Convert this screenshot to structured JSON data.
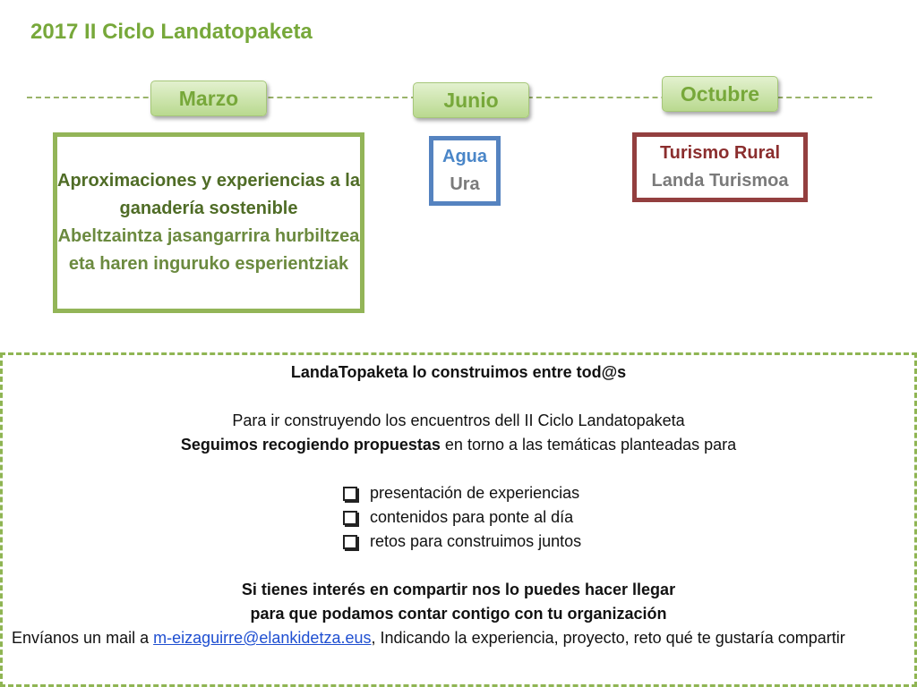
{
  "title": "2017 II Ciclo Landatopaketa",
  "months": {
    "marzo": "Marzo",
    "junio": "Junio",
    "octubre": "Octubre"
  },
  "boxes": {
    "marzo": {
      "es": "Aproximaciones y experiencias a la ganadería sostenible",
      "eu": "Abeltzaintza jasangarrira hurbiltzea eta haren inguruko esperientziak"
    },
    "junio": {
      "es": "Agua",
      "eu": "Ura"
    },
    "octubre": {
      "es": "Turismo Rural",
      "eu": "Landa Turismoa"
    }
  },
  "info": {
    "heading": "LandaTopaketa lo construimos entre tod@s",
    "line1": "Para ir construyendo  los encuentros dell II Ciclo Landatopaketa",
    "line2_bold": "Seguimos recogiendo propuestas",
    "line2_rest": " en torno a las temáticas planteadas para",
    "items": [
      "presentación de experiencias",
      "contenidos para ponte al día",
      "retos para construimos juntos"
    ],
    "cta1": "Si tienes interés en compartir  nos lo puedes hacer llegar",
    "cta2": "para que podamos contar contigo  con tu organización",
    "mail_prefix": "Envíanos un mail a ",
    "mail": "m-eizaguirre@elankidetza.eus",
    "mail_suffix": ", Indicando la experiencia, proyecto, reto qué te gustaría compartir"
  },
  "colors": {
    "accent_green": "#77a83a",
    "blue": "#4a86c8",
    "red": "#8b2e2e"
  }
}
